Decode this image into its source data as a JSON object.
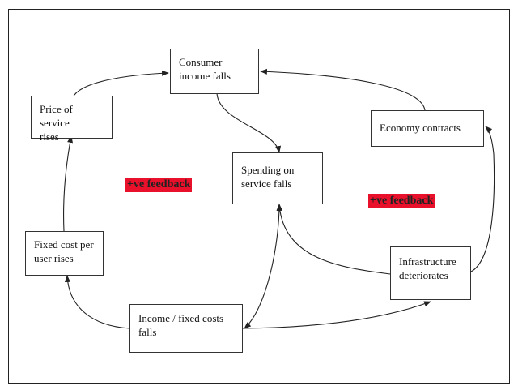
{
  "nodes": {
    "consumer_income": "Consumer\nincome falls",
    "price_rises": "Price of service\nrises",
    "economy_contracts": "Economy contracts",
    "spending_falls": "Spending on\nservice falls",
    "fixed_cost_rises": "Fixed cost per\nuser rises",
    "infrastructure": "Infrastructure\ndeteriorates",
    "income_fixed": "Income / fixed costs\nfalls"
  },
  "labels": {
    "left_feedback": "+ve feedback",
    "right_feedback": "+ve feedback"
  },
  "colors": {
    "label_background": "#e8102a",
    "border": "#333333",
    "arrow": "#222222"
  }
}
